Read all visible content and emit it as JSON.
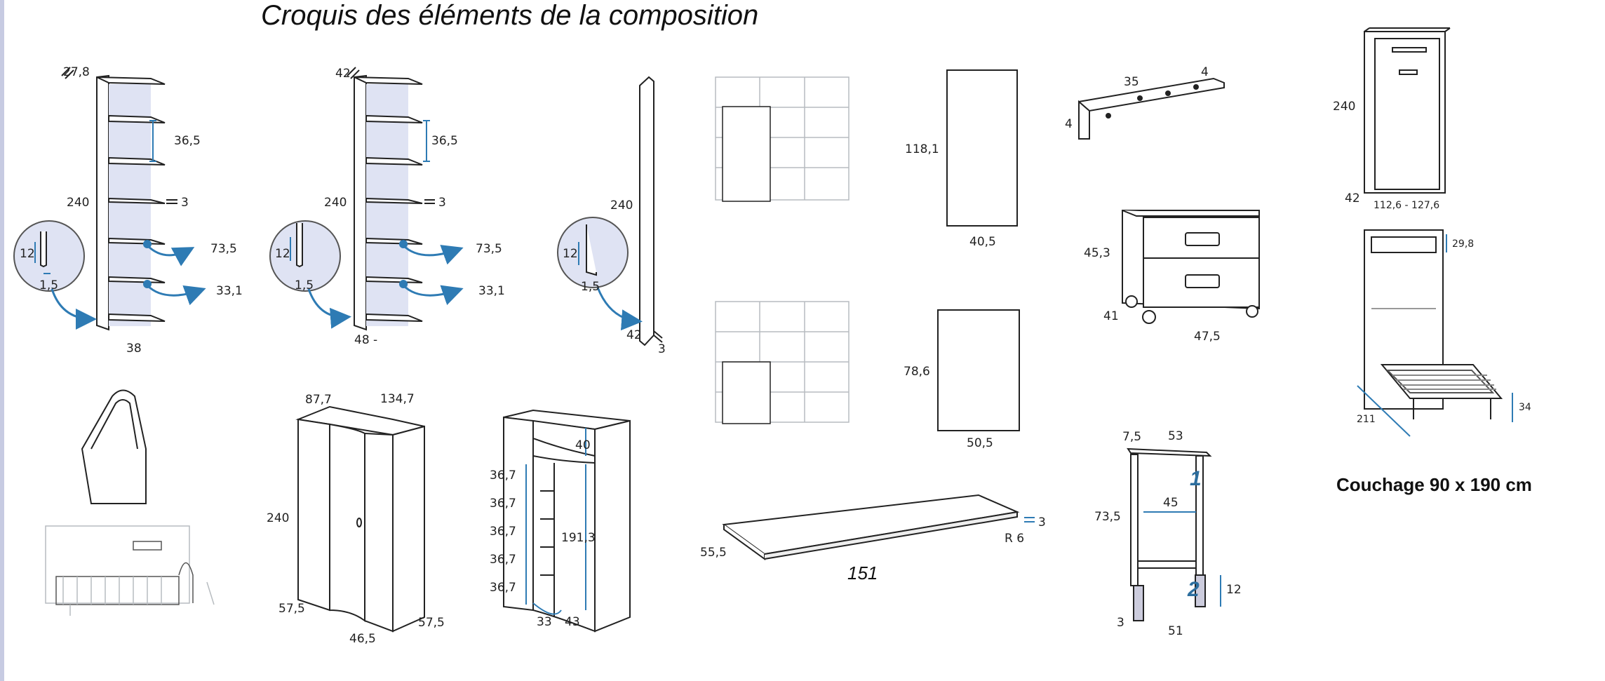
{
  "title": "Croquis des éléments de la composition",
  "colors": {
    "outline": "#222222",
    "panel": "#dfe3f3",
    "accent": "#2e7bb4",
    "light": "#b7bcc0",
    "border": "#c7cbe2"
  },
  "shelf1": {
    "top": "27,8",
    "spacing": "36,5",
    "height": "240",
    "thickness": "3",
    "bottom": "38",
    "inset_h": "12",
    "inset_w": "1,5",
    "arrow1": "73,5",
    "arrow2": "33,1"
  },
  "shelf2": {
    "top": "42",
    "spacing": "36,5",
    "height": "240",
    "thickness": "3",
    "bottom": "48 -",
    "inset_h": "12",
    "inset_w": "1,5",
    "arrow1": "73,5",
    "arrow2": "33,1"
  },
  "side_panel": {
    "height": "240",
    "inset_h": "12",
    "inset_w": "1,5",
    "depth": "42",
    "thickness": "3"
  },
  "door_panels": {
    "d1_h": "118,1",
    "d1_w": "40,5",
    "d2_h": "78,6",
    "d2_w": "50,5"
  },
  "bracket": {
    "length": "35",
    "depth": "4",
    "side": "4"
  },
  "nightstand": {
    "height": "45,3",
    "depth": "41",
    "width": "47,5"
  },
  "foldbed": {
    "height": "240",
    "depth": "42",
    "width": "112,6 - 127,6",
    "top": "29,8",
    "open_depth": "211",
    "leg": "34",
    "caption": "Couchage 90 x 190 cm"
  },
  "wardrobe": {
    "w1": "87,7",
    "w2": "134,7",
    "height": "240",
    "side_a": "57,5",
    "curve": "46,5",
    "side_b": "57,5"
  },
  "corner_unit": {
    "top": "40",
    "shelves": [
      "36,7",
      "36,7",
      "36,7",
      "36,7",
      "36,7"
    ],
    "inner": "191,3",
    "b1": "33",
    "b2": "43"
  },
  "desk": {
    "depth": "55,5",
    "thickness": "3",
    "radius": "R 6",
    "length": "151"
  },
  "desk_leg": {
    "top": "7,5",
    "length": "53",
    "height": "73,5",
    "width": "45",
    "foot": "12",
    "base": "3",
    "bottom": "51",
    "step1": "1",
    "step2": "2"
  }
}
